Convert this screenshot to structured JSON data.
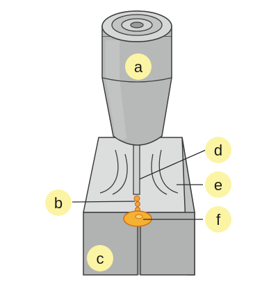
{
  "labels": {
    "a": "a",
    "b": "b",
    "c": "c",
    "d": "d",
    "e": "e",
    "f": "f"
  },
  "colors": {
    "label_fill": "#fbf4a4",
    "torch_body": "#b7b9b8",
    "torch_light": "#d4d6d5",
    "plate_top": "#dfe1e0",
    "plate_front": "#b4b6b5",
    "plate_side": "#c6c8c7",
    "weld_pool": "#f5b23a",
    "weld_edge": "#d9731c",
    "outline": "#3c3c3c"
  }
}
